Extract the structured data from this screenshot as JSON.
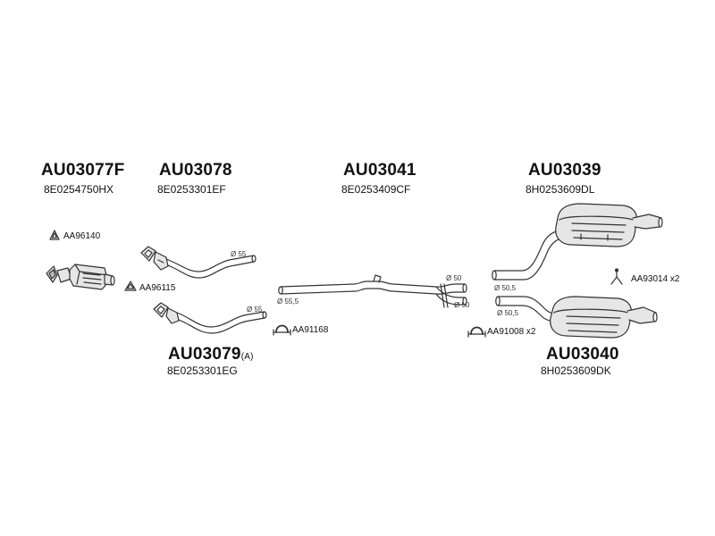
{
  "parts": {
    "p1": {
      "code": "AU03077F",
      "oem": "8E0254750HX"
    },
    "p2": {
      "code": "AU03078",
      "oem": "8E0253301EF"
    },
    "p3": {
      "code": "AU03041",
      "oem": "8E0253409CF"
    },
    "p4": {
      "code": "AU03039",
      "oem": "8H0253609DL"
    },
    "p5": {
      "code": "AU03079",
      "suffix": "(A)",
      "oem": "8E0253301EG"
    },
    "p6": {
      "code": "AU03040",
      "oem": "8H0253609DK"
    }
  },
  "accessories": {
    "a1": "AA96140",
    "a2": "AA96115",
    "a3": "AA91168",
    "a4": "AA91008 x2",
    "a5": "AA93014 x2"
  },
  "diameters": {
    "d1": "Ø 55",
    "d2": "Ø 55",
    "d3": "Ø 55,5",
    "d4": "Ø 50",
    "d5": "Ø 50",
    "d6": "Ø 50,5",
    "d7": "Ø 50,5"
  },
  "colors": {
    "line": "#333333",
    "fill_light": "#e6e6e6",
    "fill_mid": "#bdbdbd"
  }
}
